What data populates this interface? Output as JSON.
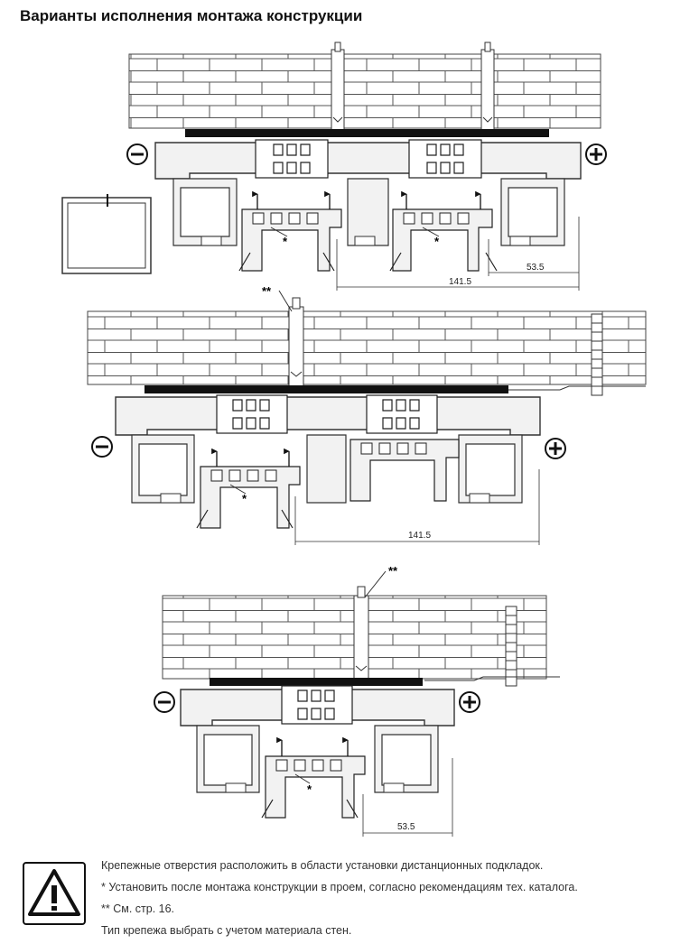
{
  "title": "Варианты исполнения монтажа конструкции",
  "variants": [
    {
      "dimensions": [
        "141.5",
        "53.5"
      ],
      "markers": [
        "*",
        "*"
      ],
      "minus": "−",
      "plus": "+"
    },
    {
      "dimensions": [
        "141.5"
      ],
      "markers": [
        "**",
        "*"
      ],
      "minus": "−",
      "plus": "+"
    },
    {
      "dimensions": [
        "53.5"
      ],
      "markers": [
        "**",
        "*"
      ],
      "minus": "−",
      "plus": "+"
    }
  ],
  "notes": {
    "line1": "Крепежные отверстия расположить в области установки дистанционных подкладок.",
    "line2": "*   Установить после монтажа конструкции в проем, согласно рекомендациям тех. каталога.",
    "line3": "**   См. стр. 16.",
    "line4": "Тип крепежа выбрать с учетом материала стен."
  },
  "icons": {
    "warning": "warning-triangle-icon"
  },
  "colors": {
    "line": "#333333",
    "fill_profile": "#f2f2f2",
    "dark": "#111111"
  }
}
